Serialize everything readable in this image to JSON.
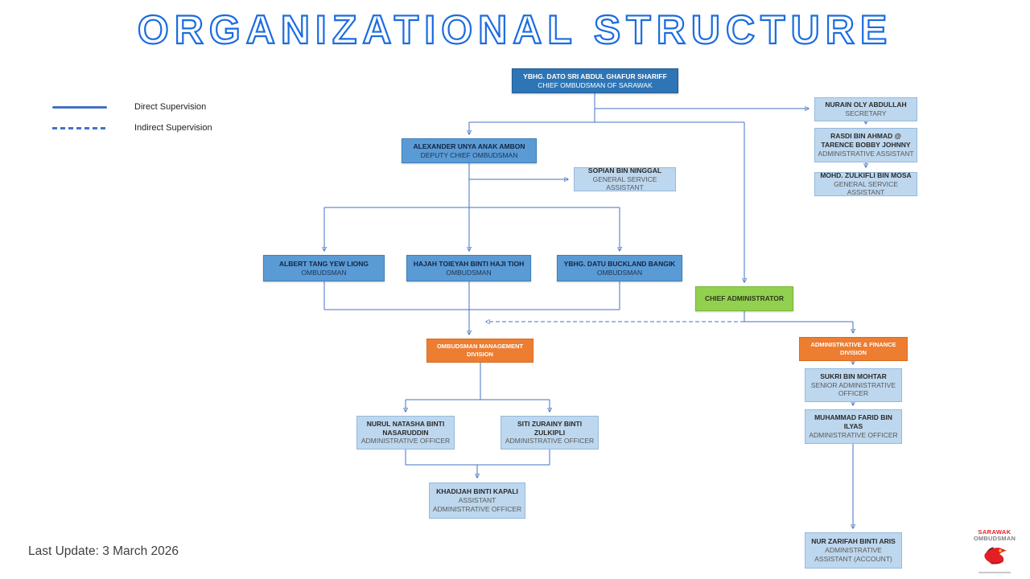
{
  "title": "ORGANIZATIONAL STRUCTURE",
  "legend": {
    "direct_label": "Direct Supervision",
    "indirect_label": "Indirect Supervision"
  },
  "footer": {
    "last_update": "Last Update: 3 March 2026"
  },
  "logo": {
    "line1": "SARAWAK",
    "line2": "OMBUDSMAN"
  },
  "colors": {
    "title_outline": "#1b6ce0",
    "line": "#4472C4",
    "box_dark_blue": "#2E75B6",
    "box_mid_blue": "#5B9BD5",
    "box_light_blue": "#BDD7EE",
    "box_green": "#92D050",
    "box_orange": "#ED7D31",
    "logo_red": "#e31e24"
  },
  "nodes": {
    "chief": {
      "name": "YBHG. DATO SRI ABDUL GHAFUR SHARIFF",
      "title": "CHIEF OMBUDSMAN OF SARAWAK"
    },
    "secretary": {
      "name": "NURAIN OLY ABDULLAH",
      "title": "SECRETARY"
    },
    "admin_assistant": {
      "name": "RASDI BIN AHMAD @ TARENCE BOBBY JOHNNY",
      "title": "ADMINISTRATIVE ASSISTANT"
    },
    "gsa_right": {
      "name": "MOHD. ZULKIFLI BIN MOSA",
      "title": "GENERAL SERVICE ASSISTANT"
    },
    "deputy": {
      "name": "ALEXANDER UNYA ANAK AMBON",
      "title": "DEPUTY CHIEF OMBUDSMAN"
    },
    "gsa_left": {
      "name": "SOPIAN BIN NINGGAL",
      "title": "GENERAL SERVICE ASSISTANT"
    },
    "ombudsman1": {
      "name": "ALBERT TANG YEW LIONG",
      "title": "OMBUDSMAN"
    },
    "ombudsman2": {
      "name": "HAJAH TOIEYAH BINTI HAJI TIOH",
      "title": "OMBUDSMAN"
    },
    "ombudsman3": {
      "name": "YBHG. DATU BUCKLAND BANGIK",
      "title": "OMBUDSMAN"
    },
    "chief_admin": {
      "name": "CHIEF ADMINISTRATOR"
    },
    "omd": {
      "name": "OMBUDSMAN MANAGEMENT DIVISION"
    },
    "afd": {
      "name": "ADMINISTRATIVE & FINANCE DIVISION"
    },
    "sukri": {
      "name": "SUKRI BIN MOHTAR",
      "title": "SENIOR ADMINISTRATIVE OFFICER"
    },
    "farid": {
      "name": "MUHAMMAD FARID BIN ILYAS",
      "title": "ADMINISTRATIVE OFFICER"
    },
    "nurul": {
      "name": "NURUL NATASHA BINTI NASARUDDIN",
      "title": "ADMINISTRATIVE OFFICER"
    },
    "siti": {
      "name": "SITI ZURAINY BINTI ZULKIPLI",
      "title": "ADMINISTRATIVE OFFICER"
    },
    "khadijah": {
      "name": "KHADIJAH BINTI KAPALI",
      "title": "ASSISTANT ADMINISTRATIVE OFFICER"
    },
    "zarifah": {
      "name": "NUR ZARIFAH BINTI ARIS",
      "title": "ADMINISTRATIVE ASSISTANT (ACCOUNT)"
    }
  }
}
